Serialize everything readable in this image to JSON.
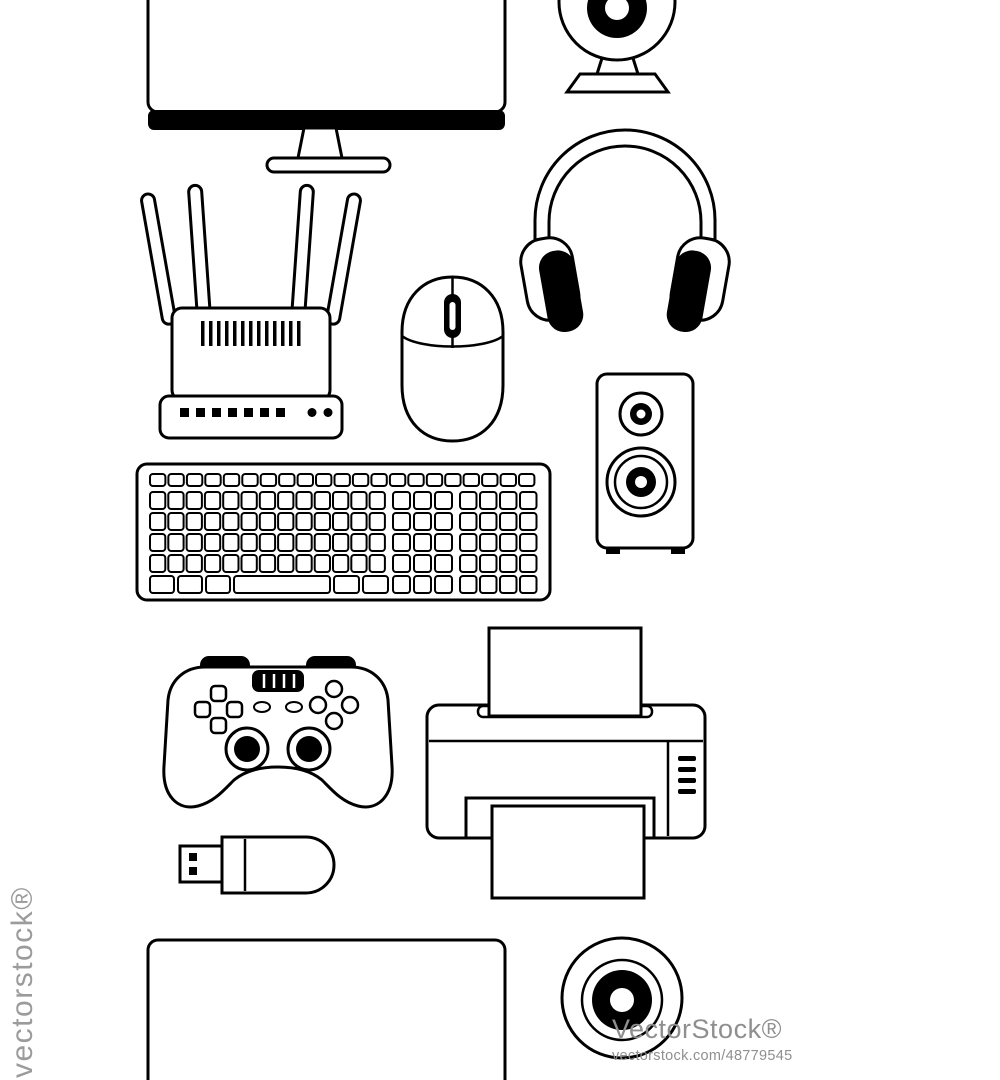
{
  "page": {
    "background": "#ffffff",
    "stroke_color": "#000000",
    "watermark_color": "#9b9b9b"
  },
  "watermarks": {
    "left_vertical": "vectorstock®",
    "brand": "VectorStock®",
    "url_text": "vectorstock.com/48779545"
  },
  "devices": [
    "monitor-icon",
    "webcam-top-icon",
    "headphones-icon",
    "wifi-router-icon",
    "computer-mouse-icon",
    "speaker-icon",
    "keyboard-icon",
    "gamepad-icon",
    "printer-icon",
    "usb-flash-drive-icon",
    "monitor-bottom-partial-icon",
    "webcam-bottom-partial-icon"
  ]
}
